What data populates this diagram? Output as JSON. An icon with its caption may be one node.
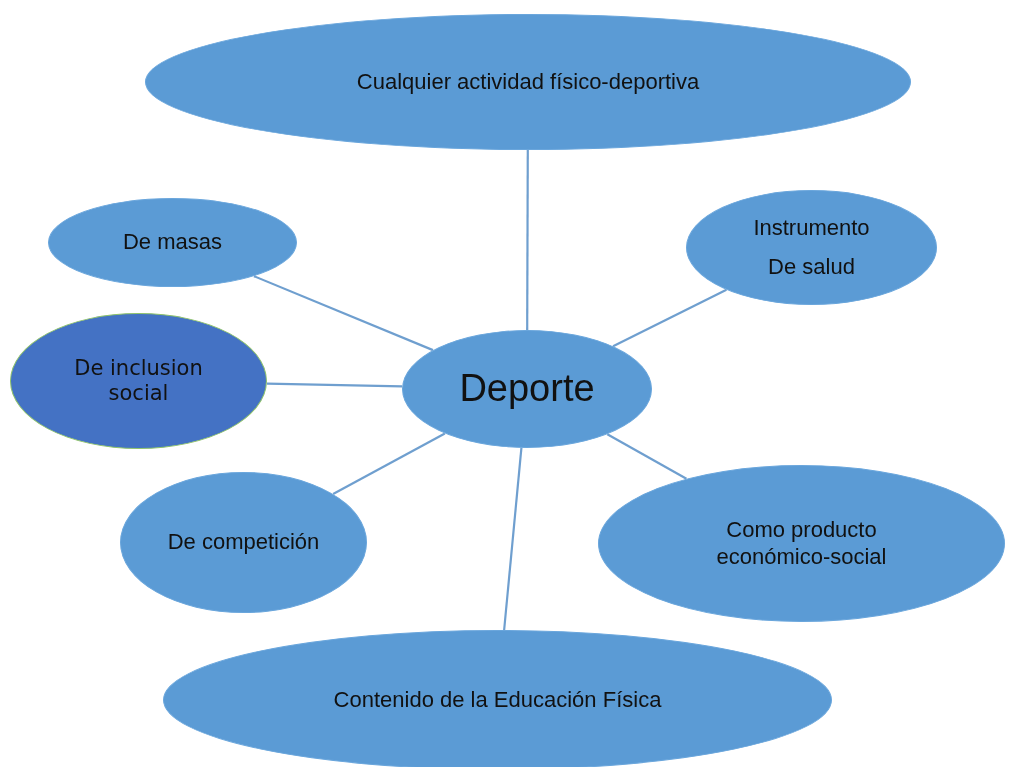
{
  "diagram": {
    "nodes": [
      {
        "text": [
          "Cualquier actividad físico-deportiva"
        ]
      },
      {
        "text": [
          "De masas"
        ]
      },
      {
        "text": [
          "Instrumento De salud"
        ]
      },
      {
        "text": [
          "De inclusion social"
        ]
      },
      {
        "text": [
          "Deporte"
        ]
      },
      {
        "text": [
          "De competición"
        ]
      },
      {
        "text": [
          "Como producto económico-social"
        ]
      },
      {
        "text": [
          "Contenido de la Educación Física"
        ]
      }
    ],
    "edges": [
      {
        "from": 4,
        "to": 0,
        "arrow": "none"
      },
      {
        "from": 4,
        "to": 1,
        "arrow": "none"
      },
      {
        "from": 4,
        "to": 2,
        "arrow": "none"
      },
      {
        "from": 4,
        "to": 3,
        "arrow": "none"
      },
      {
        "from": 4,
        "to": 5,
        "arrow": "none"
      },
      {
        "from": 4,
        "to": 6,
        "arrow": "none"
      },
      {
        "from": 4,
        "to": 7,
        "arrow": "none"
      }
    ]
  }
}
